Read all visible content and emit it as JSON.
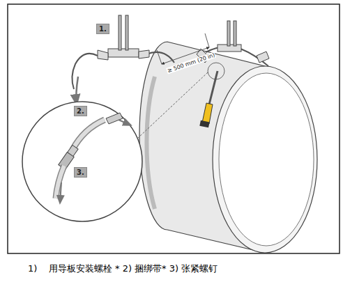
{
  "diagram": {
    "caption": "1)    用导板安装螺栓 * 2) 捆绑带* 3) 张紧螺钉",
    "labels": [
      "1.",
      "2.",
      "3.",
      "≥ 500 mm (20 in)"
    ]
  }
}
